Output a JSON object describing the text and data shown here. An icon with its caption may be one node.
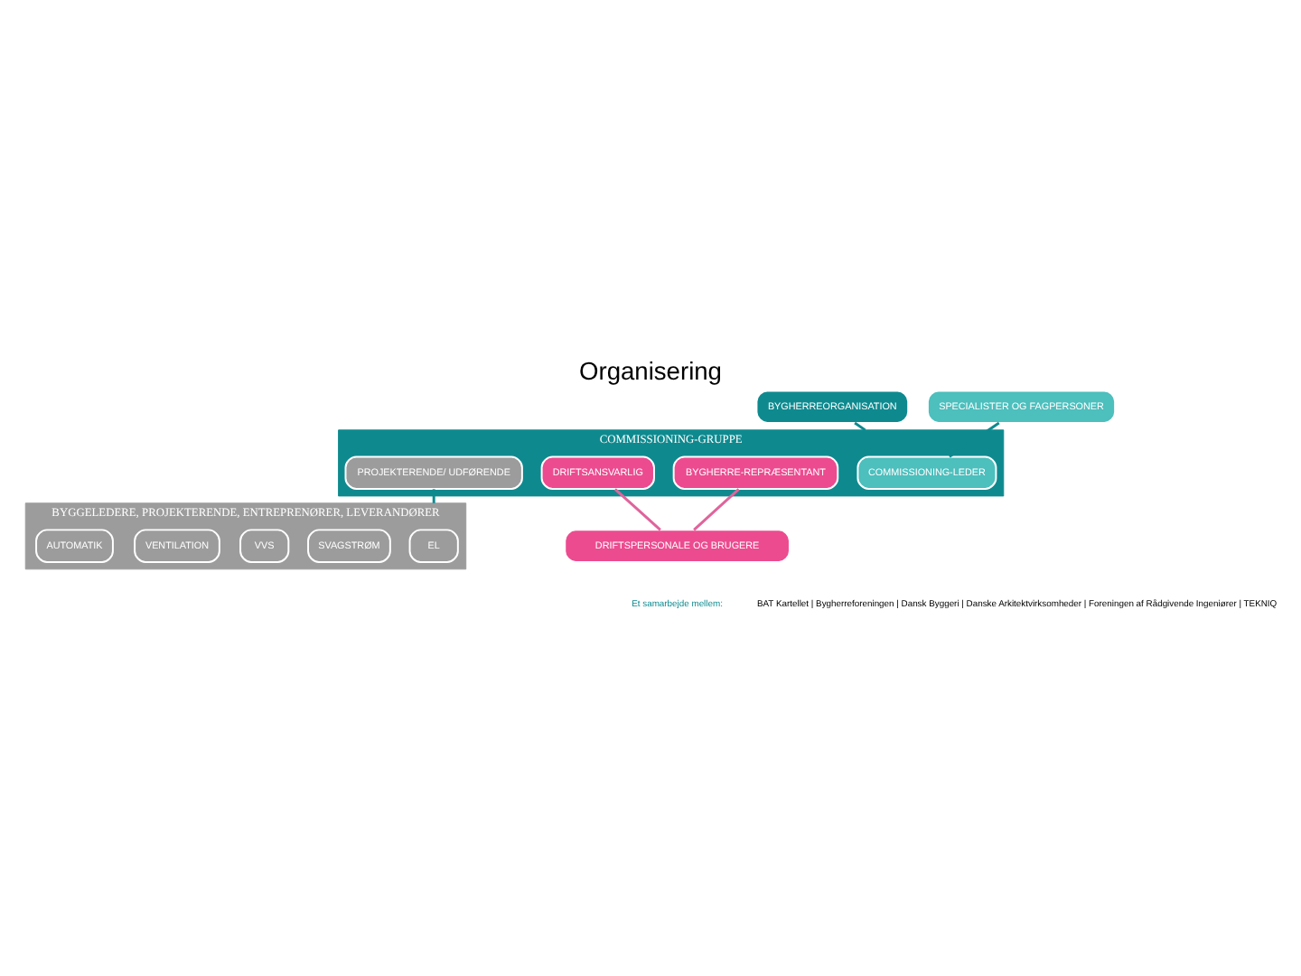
{
  "diagram": {
    "title": "Organisering",
    "nodes": [
      {
        "text": [
          "BYGHERREORGANISATION"
        ]
      },
      {
        "text": [
          "SPECIALISTER OG FAGPERSONER"
        ]
      },
      {
        "text": [
          "COMMISSIONING-GRUPPE"
        ]
      },
      {
        "text": [
          "COMMISSIONING-LEDER"
        ],
        "in": 2
      },
      {
        "text": [
          "PROJEKTERENDE/ UDFØRENDE"
        ],
        "in": 2
      },
      {
        "text": [
          "BYGHERRE-REPRÆSENTANT"
        ],
        "in": 2
      },
      {
        "text": [
          "DRIFTSANSVARLIG"
        ],
        "in": 2
      },
      {
        "text": [
          "BYGGELEDERE, PROJEKTERENDE, ENTREPRENØRER, LEVERANDØRER"
        ]
      },
      {
        "text": [
          "EL"
        ],
        "in": 7
      },
      {
        "text": [
          "SVAGSTRØM"
        ],
        "in": 7
      },
      {
        "text": [
          "VVS"
        ],
        "in": 7
      },
      {
        "text": [
          "VENTILATION"
        ],
        "in": 7
      },
      {
        "text": [
          "AUTOMATIK"
        ],
        "in": 7
      },
      {
        "text": [
          "DRIFTSPERSONALE OG BRUGERE"
        ]
      }
    ],
    "edges": [
      {
        "from": 0,
        "to": 2,
        "arrow": "none"
      },
      {
        "from": 1,
        "to": 3,
        "arrow": "none"
      },
      {
        "from": 4,
        "to": 7,
        "arrow": "none"
      },
      {
        "from": 5,
        "to": 13,
        "arrow": "none",
        "color": "#e0649c"
      },
      {
        "from": 6,
        "to": 13,
        "arrow": "none",
        "color": "#e0649c"
      }
    ],
    "labels": [
      "Et samarbejde mellem:",
      "BAT Kartellet | Bygherreforeningen | Dansk Byggeri | Danske Arkitektvirksomheder | Foreningen af Rådgivende Ingeniører | TEKNIQ"
    ]
  }
}
